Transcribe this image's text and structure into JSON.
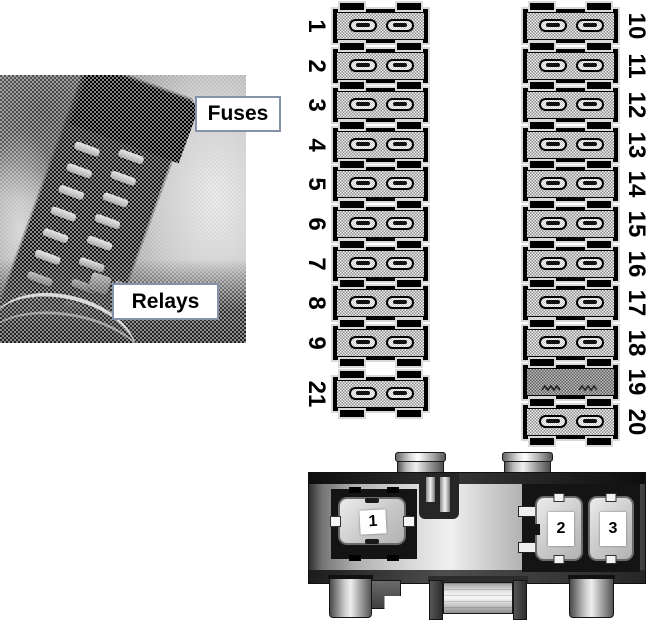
{
  "photo": {
    "fuses_label": "Fuses",
    "relays_label": "Relays"
  },
  "fuse_diagram": {
    "left_column": [
      "1",
      "2",
      "3",
      "4",
      "5",
      "6",
      "7",
      "8",
      "9"
    ],
    "extra_fuse": "21",
    "right_column": [
      "10",
      "11",
      "12",
      "13",
      "14",
      "15",
      "16",
      "17",
      "18",
      "19",
      "20"
    ],
    "special_fuse": "19"
  },
  "module": {
    "relay_labels": [
      "1",
      "2",
      "3"
    ]
  },
  "colors": {
    "background": "#ffffff",
    "fuse_outline": "#000000",
    "halftone_dark": "#8a8a8a",
    "halftone_light": "#f2f2f2",
    "callout_border": "#8493aa",
    "recess": "#141414",
    "relay_body": "#c9c9c9"
  }
}
